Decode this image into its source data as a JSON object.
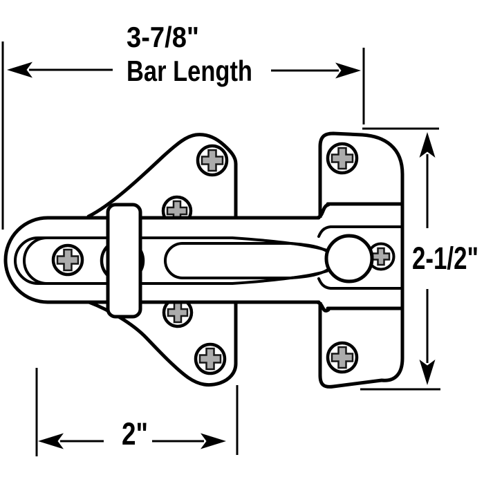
{
  "diagram": {
    "background_color": "#ffffff",
    "line_color": "#000000",
    "screw_slot_color": "#ababab"
  },
  "dimensions": {
    "bar_length": {
      "value": "3-7/8\"",
      "label": "Bar Length"
    },
    "height": {
      "value": "2-1/2\""
    },
    "width": {
      "value": "2\""
    }
  }
}
